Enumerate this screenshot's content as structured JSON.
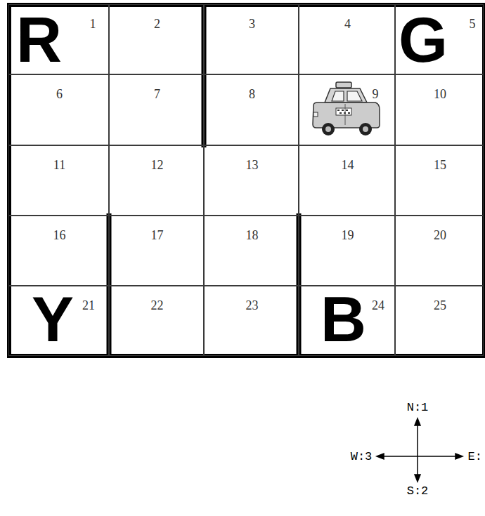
{
  "diagram": {
    "nodes": [
      {
        "text": [
          "R",
          "1"
        ]
      },
      {
        "text": [
          "2"
        ]
      },
      {
        "text": [
          "3"
        ]
      },
      {
        "text": [
          "4"
        ]
      },
      {
        "text": [
          "G",
          "5"
        ]
      },
      {
        "text": [
          "6"
        ]
      },
      {
        "text": [
          "7"
        ]
      },
      {
        "text": [
          "8"
        ]
      },
      {
        "text": [
          "9"
        ]
      },
      {
        "text": [
          "10"
        ]
      },
      {
        "text": [
          "11"
        ]
      },
      {
        "text": [
          "12"
        ]
      },
      {
        "text": [
          "13"
        ]
      },
      {
        "text": [
          "14"
        ]
      },
      {
        "text": [
          "15"
        ]
      },
      {
        "text": [
          "16"
        ]
      },
      {
        "text": [
          "17"
        ]
      },
      {
        "text": [
          "18"
        ]
      },
      {
        "text": [
          "19"
        ]
      },
      {
        "text": [
          "20"
        ]
      },
      {
        "text": [
          "Y",
          "21"
        ]
      },
      {
        "text": [
          "22"
        ]
      },
      {
        "text": [
          "23"
        ]
      },
      {
        "text": [
          "B",
          "24"
        ]
      },
      {
        "text": [
          "25"
        ]
      }
    ],
    "labels": [
      "N:1",
      "W:3",
      "E:",
      "S:2"
    ]
  }
}
